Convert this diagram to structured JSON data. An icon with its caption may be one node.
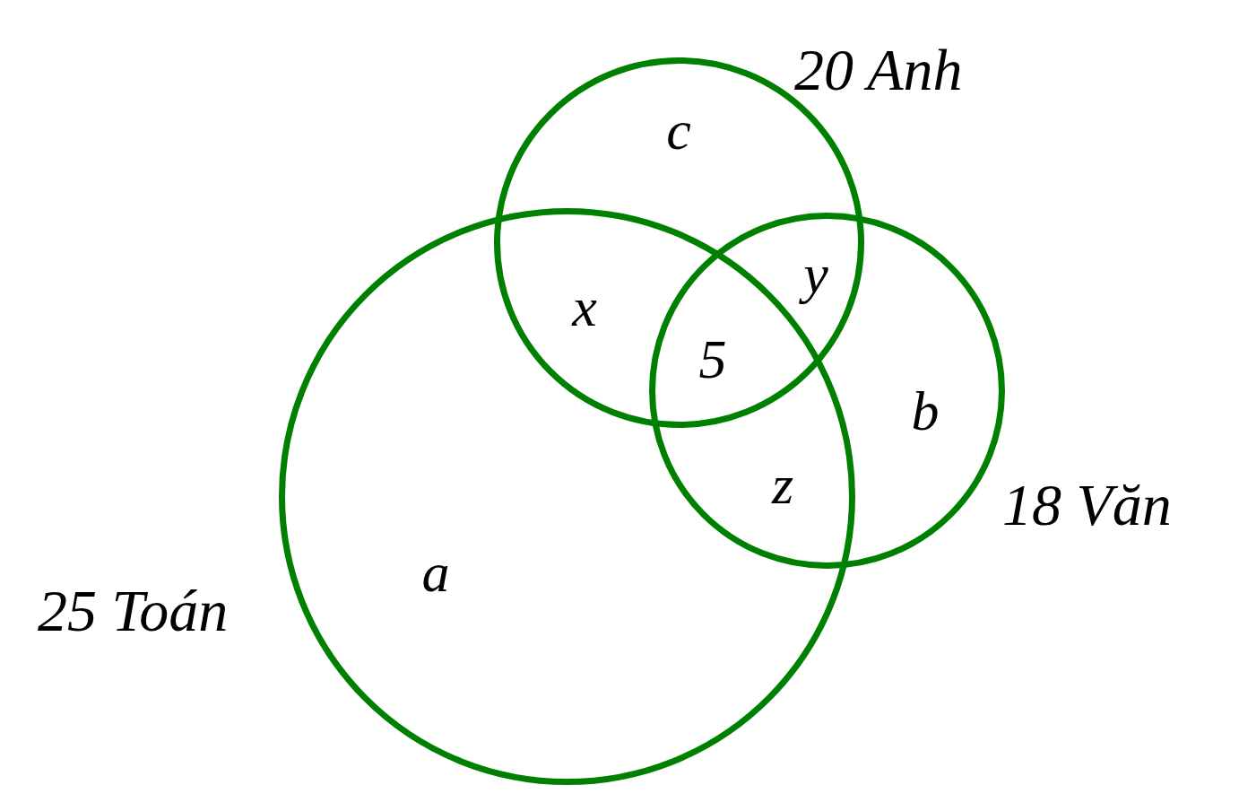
{
  "diagram": {
    "nodes": [
      {
        "text": [
          "20 Anh"
        ]
      },
      {
        "text": [
          "25 Toán"
        ]
      },
      {
        "text": [
          "18 Văn"
        ]
      }
    ],
    "labels": [
      "c",
      "y",
      "x",
      "5",
      "b",
      "z",
      "a"
    ]
  }
}
